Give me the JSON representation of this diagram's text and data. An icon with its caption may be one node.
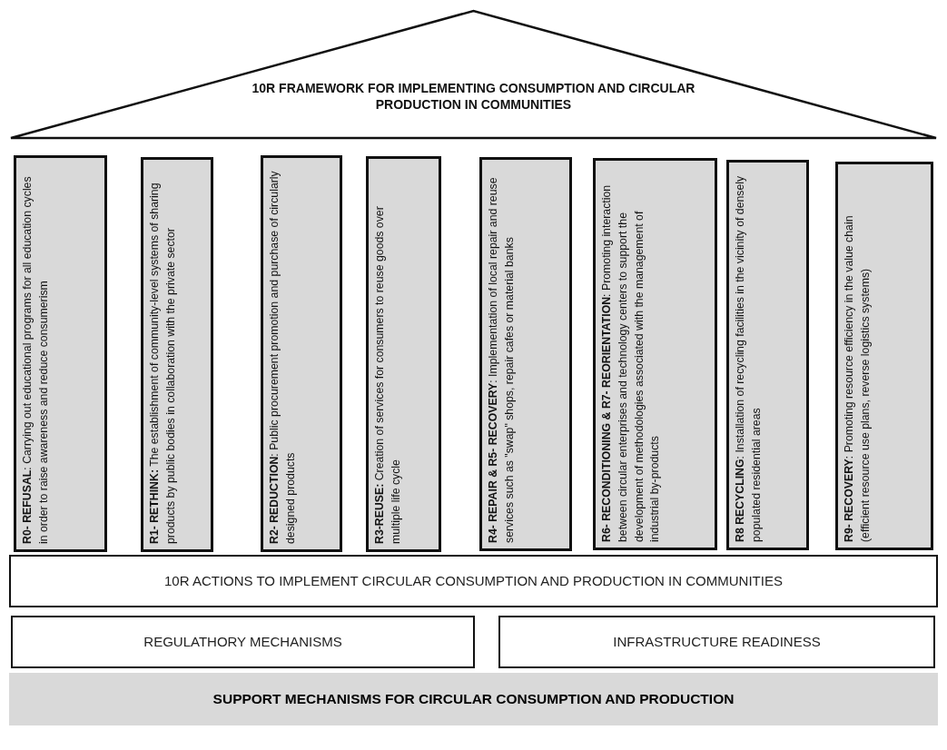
{
  "diagram": {
    "nodes": [
      {
        "text": [
          "10R FRAMEWORK FOR IMPLEMENTING CONSUMPTION AND CIRCULAR PRODUCTION IN COMMUNITIES"
        ]
      },
      {
        "text": [
          "**R0- REFUSAL**: Carrying out educational programs for all education cycles in order to raise awareness and reduce consumerism"
        ]
      },
      {
        "text": [
          "**R1- RETHINK:** The establishment of community-level systems of sharing products by public bodies in collaboration with the private sector"
        ]
      },
      {
        "text": [
          "**R2- REDUCTION**: Public procurement promotion and purchase of circularly designed products"
        ]
      },
      {
        "text": [
          "**R3-REUSE:** Creation of services for consumers to reuse goods over multiple life cycle"
        ]
      },
      {
        "text": [
          "**R4- REPAIR & R5- RECOVERY**: Implementation of local repair and reuse services such as \"swap\" shops, repair cafes or material banks"
        ]
      },
      {
        "text": [
          "**R6- RECONDITIONING & R7- REORIENTATION**: Promoting interaction between circular enterprises and technology centers to support the development of methodologies associated with the management of industrial by-products"
        ]
      },
      {
        "text": [
          "**R8 RECYCLING**: Installation of recycling facilities in the vicinity of densely populated residential areas"
        ]
      },
      {
        "text": [
          "**R9- RECOVERY**: Promoting resource efficiency in the value chain (efficient resource use plans, reverse logistics systems)"
        ]
      },
      {
        "text": [
          "10R ACTIONS TO IMPLEMENT CIRCULAR CONSUMPTION AND PRODUCTION IN COMMUNITIES"
        ]
      },
      {
        "text": [
          "REGULATHORY MECHANISMS"
        ]
      },
      {
        "text": [
          "INFRASTRUCTURE READINESS"
        ]
      },
      {
        "text": [
          "SUPPORT MECHANISMS FOR CIRCULAR CONSUMPTION AND PRODUCTION"
        ]
      }
    ],
    "edges": []
  }
}
